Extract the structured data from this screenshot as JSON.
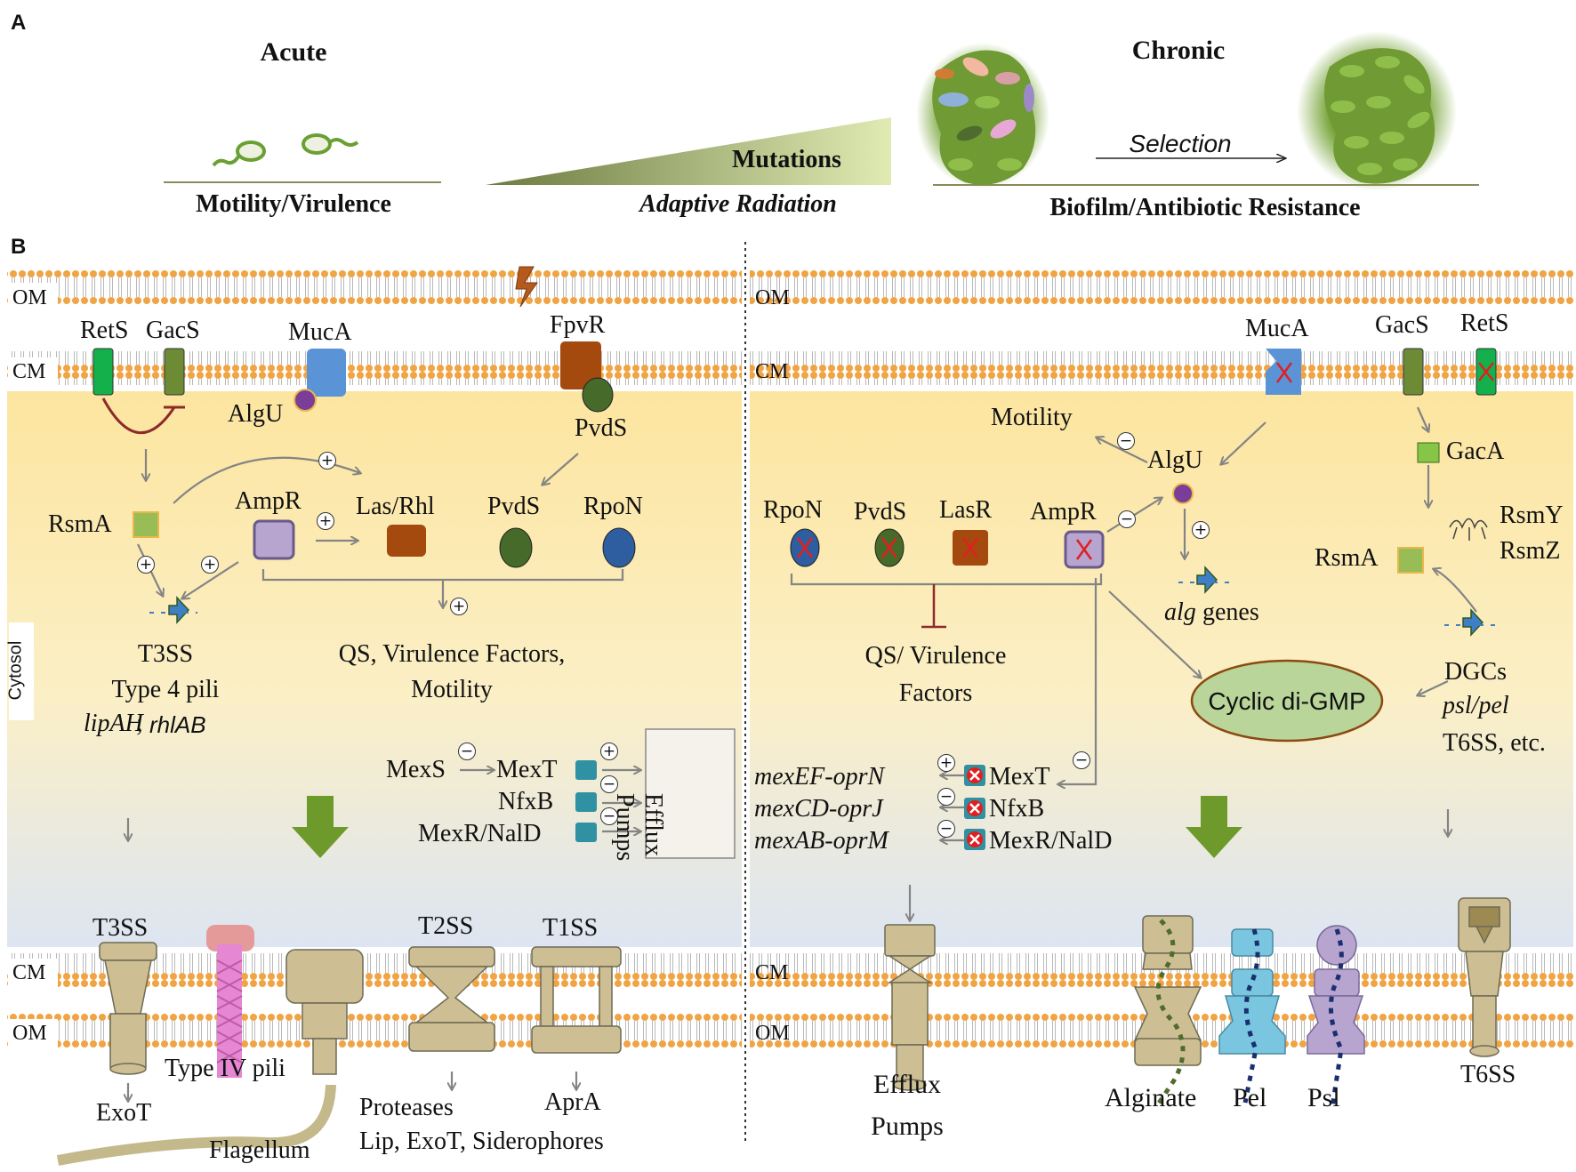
{
  "panel_a": {
    "label": "A",
    "acute_title": "Acute",
    "acute_caption": "Motility/Virulence",
    "mutations": "Mutations",
    "adaptive": "Adaptive Radiation",
    "chronic_title": "Chronic",
    "selection": "Selection",
    "chronic_caption": "Biofilm/Antibiotic Resistance"
  },
  "panel_b": {
    "label": "B",
    "om": "OM",
    "cm": "CM",
    "cytosol": "Cytosol",
    "left": {
      "rets": "RetS",
      "gacs": "GacS",
      "muca": "MucA",
      "algu": "AlgU",
      "fpvr": "FpvR",
      "pvds_top": "PvdS",
      "rsma": "RsmA",
      "ampr": "AmpR",
      "lasrhl": "Las/Rhl",
      "pvds": "PvdS",
      "rpon": "RpoN",
      "t3ss_genes": "T3SS",
      "type4": "Type 4 pili",
      "lipah": "lipAH",
      "semi": ";",
      "rhlab": "rhlAB",
      "qs1": "QS, Virulence Factors,",
      "qs2": "Motility",
      "mexs": "MexS",
      "mext": "MexT",
      "nfxb": "NfxB",
      "mexr": "MexR/NalD",
      "efflux1": "Efflux",
      "efflux2": "Pumps",
      "t3ss": "T3SS",
      "t2ss": "T2SS",
      "t1ss": "T1SS",
      "exot": "ExoT",
      "type4pili": "Type IV pili",
      "flagellum": "Flagellum",
      "proteases": "Proteases",
      "apra": "AprA",
      "lip": "Lip, ExoT, Siderophores"
    },
    "right": {
      "muca": "MucA",
      "gacs": "GacS",
      "rets": "RetS",
      "motility": "Motility",
      "algu": "AlgU",
      "gaca": "GacA",
      "rsmy": "RsmY",
      "rsmz": "RsmZ",
      "rsma": "RsmA",
      "rpon": "RpoN",
      "pvds": "PvdS",
      "lasr": "LasR",
      "ampr": "AmpR",
      "alg": "alg",
      "genes": " genes",
      "qs1": "QS/ Virulence",
      "qs2": "Factors",
      "cdg": "Cyclic di-GMP",
      "dgcs": "DGCs",
      "pslpel": "psl/pel",
      "t6ss_etc": "T6SS, etc.",
      "mexef": "mexEF-oprN",
      "mexcd": "mexCD-oprJ",
      "mexab": "mexAB-oprM",
      "mext": "MexT",
      "nfxb": "NfxB",
      "mexr": "MexR/NalD",
      "efflux1": "Efflux",
      "efflux2": "Pumps",
      "alginate": "Alginate",
      "pel": "Pel",
      "psl": "Psl",
      "t6ss": "T6SS"
    },
    "signs": {
      "plus": "+",
      "minus": "−"
    }
  },
  "colors": {
    "cytosol_top": "#fbe7a4",
    "cytosol_bottom": "#dfe6f2",
    "membrane_head": "#f0a444",
    "biofilm": "#6f9a34",
    "arrow": "#848484",
    "tan": "#cdbf93"
  }
}
